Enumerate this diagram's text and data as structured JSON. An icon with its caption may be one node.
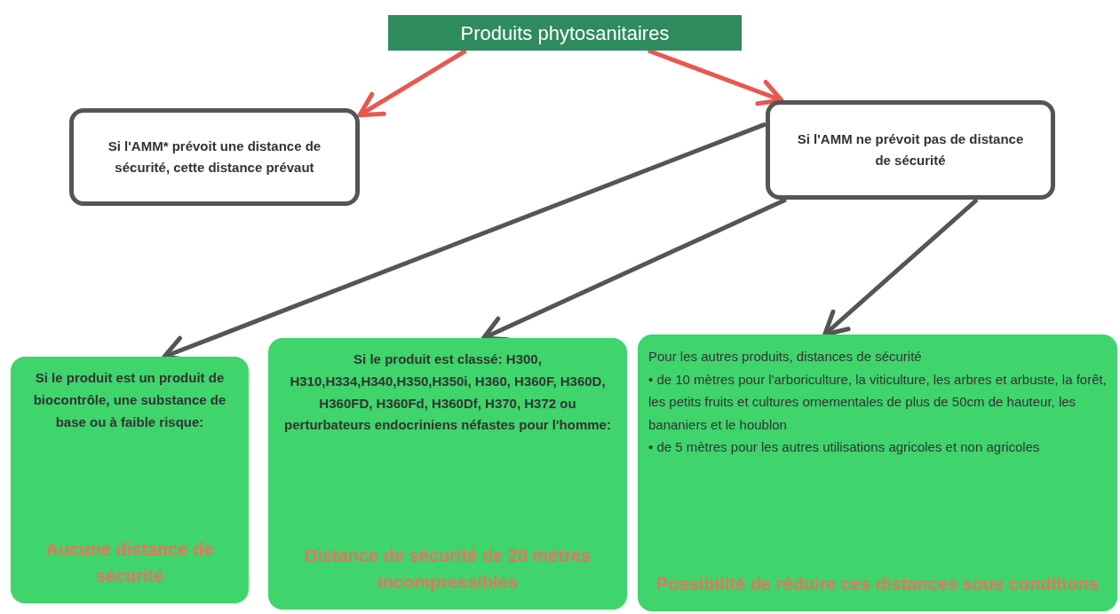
{
  "diagram": {
    "nodes": [
      {
        "text": [
          "Produits phytosanitaires"
        ]
      },
      {
        "text": [
          "Si l'AMM* prévoit une distance de sécurité, cette distance prévaut"
        ]
      },
      {
        "text": [
          "Si l'AMM ne prévoit pas de distance de sécurité"
        ]
      },
      {
        "text": [
          "Si le produit est un produit de biocontrôle, une substance de base ou à faible risque:",
          "Aucune distance de sécurité"
        ]
      },
      {
        "text": [
          "Si le produit est classé: H300, H310,H334,H340,H350,H350i, H360, H360F, H360D, H360FD, H360Fd, H360Df, H370, H372 ou perturbateurs endocriniens néfastes pour l'homme:",
          "Distance de sécurité de 20 mètres incompressibles"
        ]
      },
      {
        "text": [
          "Pour les autres produits, distances de sécurité",
          "• de 10 mètres pour l'arboriculture, la viticulture, les arbres et arbuste, la forêt, les petits fruits et cultures ornementales de plus de 50cm de hauteur, les bananiers et le houblon",
          "• de 5 mètres pour les autres utilisations agricoles et non agricoles",
          "Possibilité de réduire ces distances sous conditions"
        ]
      }
    ],
    "edges": [
      {
        "from": 0,
        "to": 1,
        "arrow": "to",
        "color": "#e8584f"
      },
      {
        "from": 0,
        "to": 2,
        "arrow": "to",
        "color": "#e8584f"
      },
      {
        "from": 2,
        "to": 3,
        "arrow": "to"
      },
      {
        "from": 2,
        "to": 4,
        "arrow": "to"
      },
      {
        "from": 2,
        "to": 5,
        "arrow": "to"
      }
    ]
  }
}
